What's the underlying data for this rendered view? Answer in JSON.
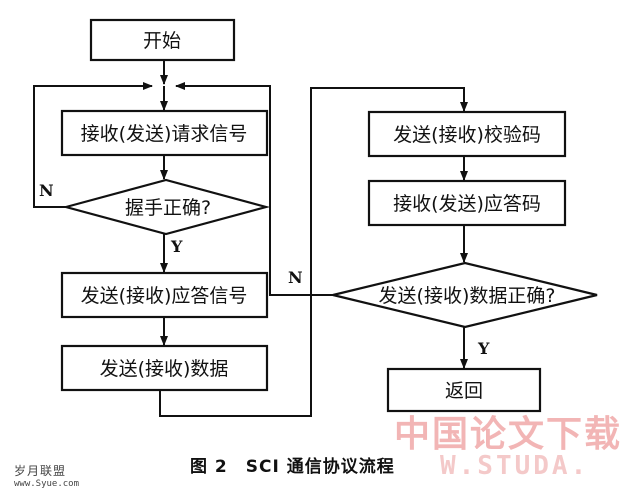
{
  "diagram": {
    "nodes": {
      "start": "开始",
      "receive_request": "接收(发送)请求信号",
      "handshake": "握手正确?",
      "send_ack_signal": "发送(接收)应答信号",
      "send_data": "发送(接收)数据",
      "send_check": "发送(接收)校验码",
      "receive_ack": "接收(发送)应答码",
      "data_ok": "发送(接收)数据正确?",
      "return": "返回"
    },
    "edge_labels": {
      "handshake_no": "N",
      "handshake_yes": "Y",
      "data_no": "N",
      "data_yes": "Y"
    }
  },
  "caption": "图 2　SCI 通信协议流程",
  "watermarks": {
    "cn": "中国论文下载",
    "url": "W.STUDA.",
    "left_cn": "岁月联盟",
    "left_url": "www.Syue.com"
  }
}
